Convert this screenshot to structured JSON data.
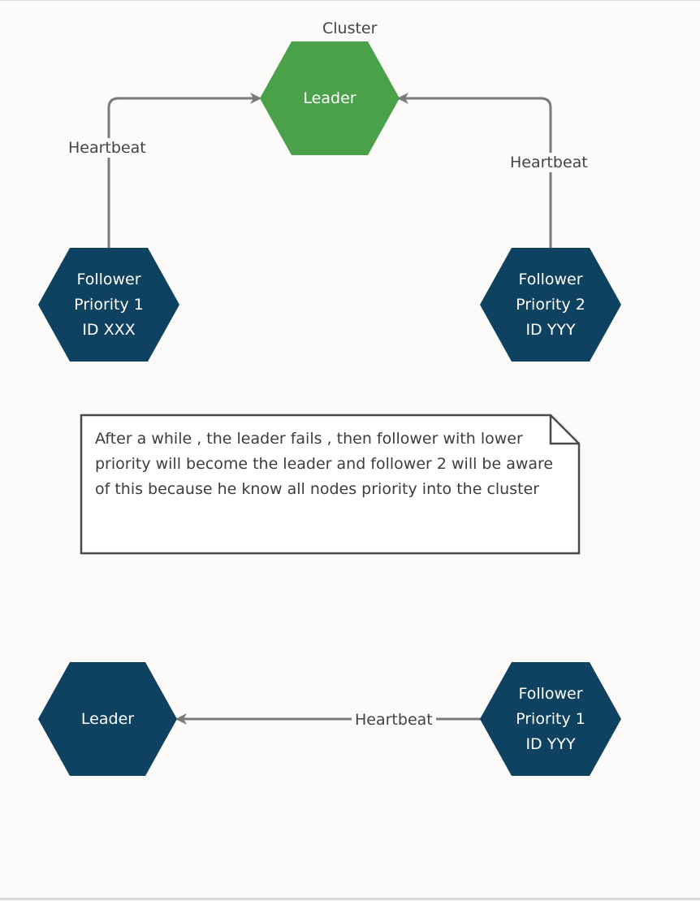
{
  "diagram": {
    "cluster_label": "Cluster",
    "top": {
      "leader": {
        "label": "Leader"
      },
      "follower1": {
        "lines": [
          "Follower",
          "Priority 1",
          "ID XXX"
        ]
      },
      "follower2": {
        "lines": [
          "Follower",
          "Priority 2",
          "ID YYY"
        ]
      },
      "edge_left_label": "Heartbeat",
      "edge_right_label": "Heartbeat"
    },
    "note": {
      "text": "After a while , the leader fails , then follower with lower priority will become the leader and follower 2 will be aware of this because he know all nodes priority into the cluster"
    },
    "bottom": {
      "leader": {
        "label": "Leader"
      },
      "follower": {
        "lines": [
          "Follower",
          "Priority 1",
          "ID YYY"
        ]
      },
      "edge_label": "Heartbeat"
    }
  },
  "colors": {
    "leader_active": "#4aa14a",
    "node_dark": "#0e4260",
    "edge": "#7a7a7a",
    "note_border": "#4a4a4a"
  }
}
